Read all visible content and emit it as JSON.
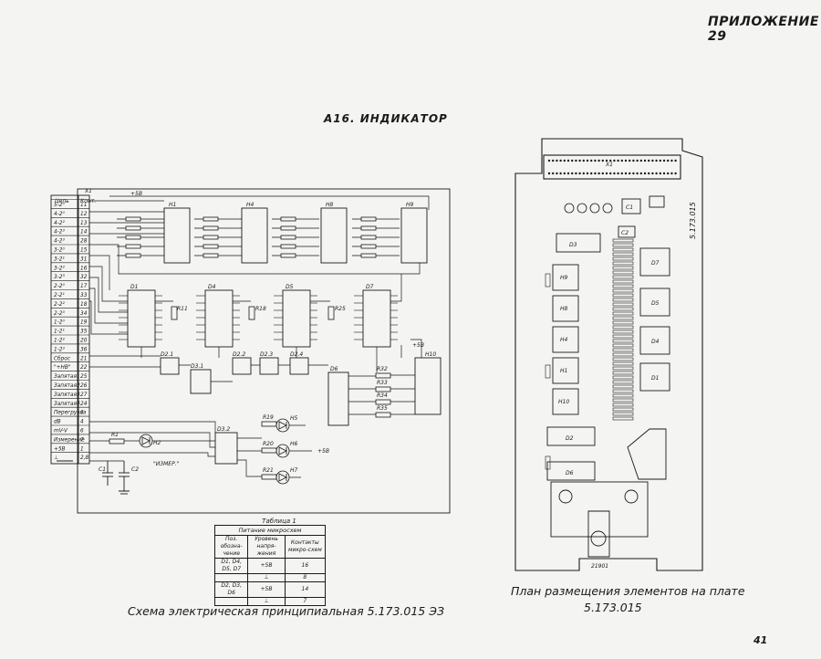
{
  "page": {
    "appendix": "ПРИЛОЖЕНИЕ 29",
    "title": "А16. ИНДИКАТОР",
    "page_number": "41"
  },
  "schematic": {
    "caption": "Схема электрическая принципиальная   5.173.015 ЭЗ",
    "connector_header": [
      "Цепь",
      "Конт."
    ],
    "connector_id": "X1",
    "connector_rows": [
      {
        "signal": "5-2⁰",
        "pin": "11"
      },
      {
        "signal": "4-2⁰",
        "pin": "12"
      },
      {
        "signal": "4-2²",
        "pin": "13"
      },
      {
        "signal": "4-2³",
        "pin": "14"
      },
      {
        "signal": "4-2³",
        "pin": "28"
      },
      {
        "signal": "3-2⁰",
        "pin": "15"
      },
      {
        "signal": "3-2¹",
        "pin": "31"
      },
      {
        "signal": "3-2²",
        "pin": "16"
      },
      {
        "signal": "3-2³",
        "pin": "32"
      },
      {
        "signal": "2-2⁰",
        "pin": "17"
      },
      {
        "signal": "2-2¹",
        "pin": "33"
      },
      {
        "signal": "2-2²",
        "pin": "18"
      },
      {
        "signal": "2-2³",
        "pin": "34"
      },
      {
        "signal": "1-2⁰",
        "pin": "19"
      },
      {
        "signal": "1-2¹",
        "pin": "35"
      },
      {
        "signal": "1-2²",
        "pin": "20"
      },
      {
        "signal": "1-2³",
        "pin": "36"
      },
      {
        "signal": "Сброс",
        "pin": "21"
      },
      {
        "signal": "\"+НВ\"",
        "pin": "22"
      },
      {
        "signal": "Запятая1",
        "pin": "25"
      },
      {
        "signal": "Запятая2",
        "pin": "26"
      },
      {
        "signal": "Запятая3",
        "pin": "27"
      },
      {
        "signal": "Запятая4",
        "pin": "24"
      },
      {
        "signal": "Перегрузка",
        "pin": "3"
      },
      {
        "signal": "dB",
        "pin": "4"
      },
      {
        "signal": "mV-V",
        "pin": "6"
      },
      {
        "signal": "Измерение",
        "pin": "7"
      },
      {
        "signal": "+5В",
        "pin": "1"
      },
      {
        "signal": "⊥",
        "pin": "2,8"
      }
    ],
    "labels": {
      "supply": "+5В",
      "supply2": "+5В",
      "supply3": "+5В",
      "measure": "\"ИЗМЕР.\"",
      "indicators": [
        "H1",
        "H4",
        "H8",
        "H9",
        "H10"
      ],
      "decoders": [
        "D1",
        "D4",
        "D5",
        "D7"
      ],
      "gates": [
        "D2.1",
        "D2.2",
        "D2.3",
        "D2.4",
        "D3.1",
        "D3.2",
        "D6"
      ],
      "resistors": [
        "R1",
        "R11",
        "R18",
        "R25",
        "R19",
        "R20",
        "R21",
        "R32",
        "R33",
        "R34",
        "R35"
      ],
      "leds": [
        "H2",
        "H5",
        "H6",
        "H7"
      ],
      "caps": [
        "C1",
        "C2"
      ]
    }
  },
  "table": {
    "title": "Таблица 1",
    "subtitle": "Питание микросхем",
    "headers": [
      "Поз. обозна-чение",
      "Уровень напря-жения",
      "Контакты микро-схем"
    ],
    "rows": [
      [
        "D1, D4, D5, D7",
        "+5В",
        "16"
      ],
      [
        "",
        "⊥",
        "8"
      ],
      [
        "D2, D3, D6",
        "+5В",
        "14"
      ],
      [
        "",
        "⊥",
        "7"
      ]
    ]
  },
  "layout_plan": {
    "caption_line1": "План размещения элементов на плате",
    "caption_line2": "5.173.015",
    "board_code": "5.173.015",
    "connector": "X1",
    "stamp": "21901",
    "components": [
      "D3",
      "D7",
      "D5",
      "D4",
      "D1",
      "H9",
      "H8",
      "H4",
      "H1",
      "H10",
      "D2",
      "D6",
      "C1",
      "C2"
    ]
  }
}
